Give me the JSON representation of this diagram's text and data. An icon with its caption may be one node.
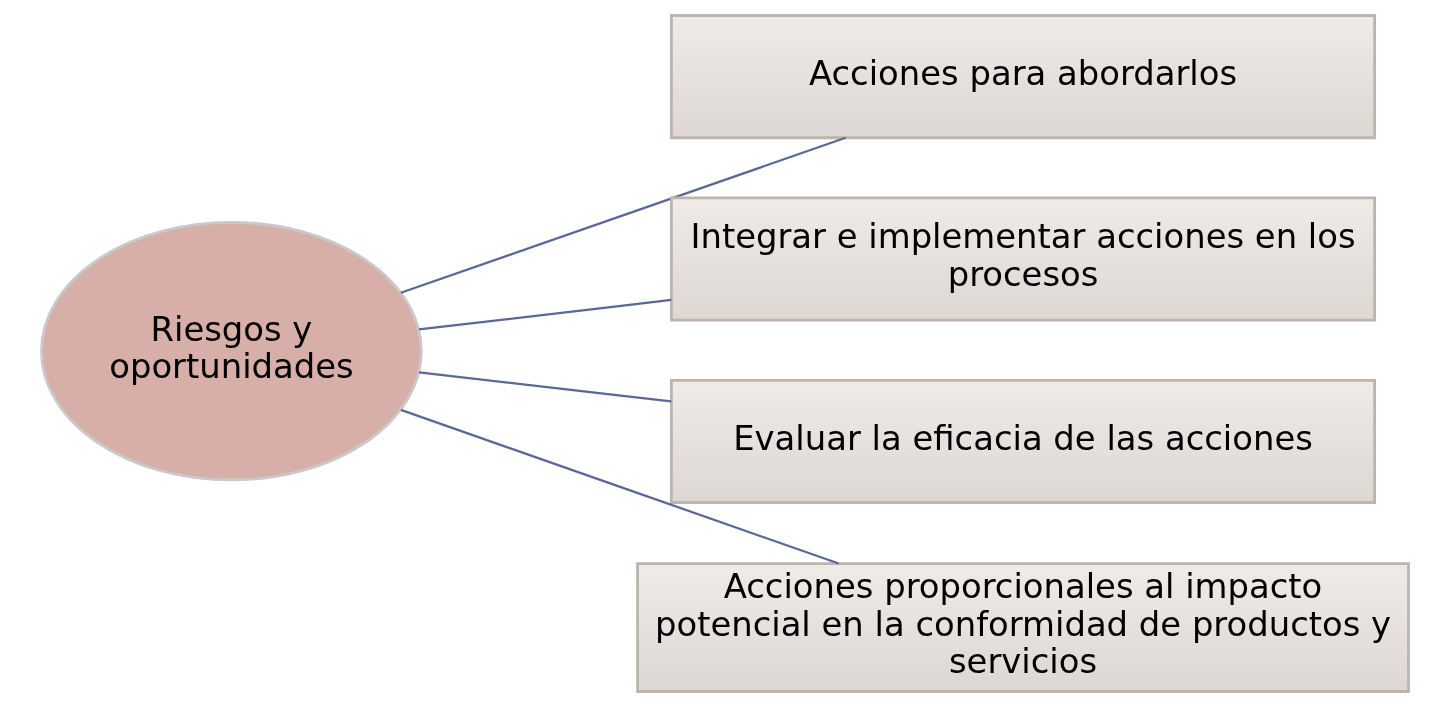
{
  "diagram": {
    "nodes": [
      {
        "text": [
          "Riesgos y oportunidades"
        ]
      },
      {
        "text": [
          "Acciones para abordarlos"
        ]
      },
      {
        "text": [
          "Integrar e implementar acciones en los procesos"
        ]
      },
      {
        "text": [
          "Evaluar la eficacia de las acciones"
        ]
      },
      {
        "text": [
          "Acciones proporcionales al impacto potencial en la conformidad de productos y servicios"
        ]
      }
    ],
    "edges": [
      {
        "from": 0,
        "to": 1,
        "arrow": "none"
      },
      {
        "from": 0,
        "to": 2,
        "arrow": "none"
      },
      {
        "from": 0,
        "to": 3,
        "arrow": "none"
      },
      {
        "from": 0,
        "to": 4,
        "arrow": "none"
      }
    ]
  }
}
